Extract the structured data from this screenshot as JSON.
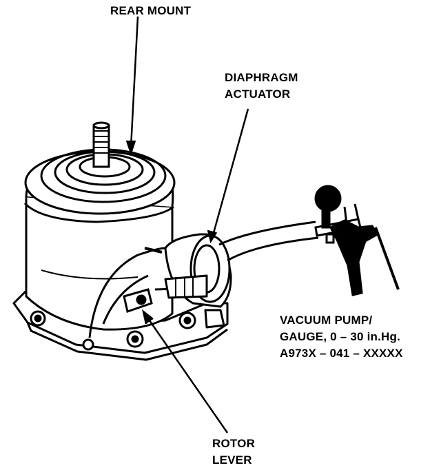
{
  "labels": {
    "rear_mount": "REAR MOUNT",
    "diaphragm_line1": "DIAPHRAGM",
    "diaphragm_line2": "ACTUATOR",
    "pump_line1": "VACUUM PUMP/",
    "pump_line2": "GAUGE, 0 – 30 in.Hg.",
    "pump_line3": "A973X – 041 – XXXXX",
    "rotor_line1": "ROTOR",
    "rotor_line2": "LEVER"
  },
  "colors": {
    "ink": "#000000",
    "paper": "#ffffff"
  }
}
